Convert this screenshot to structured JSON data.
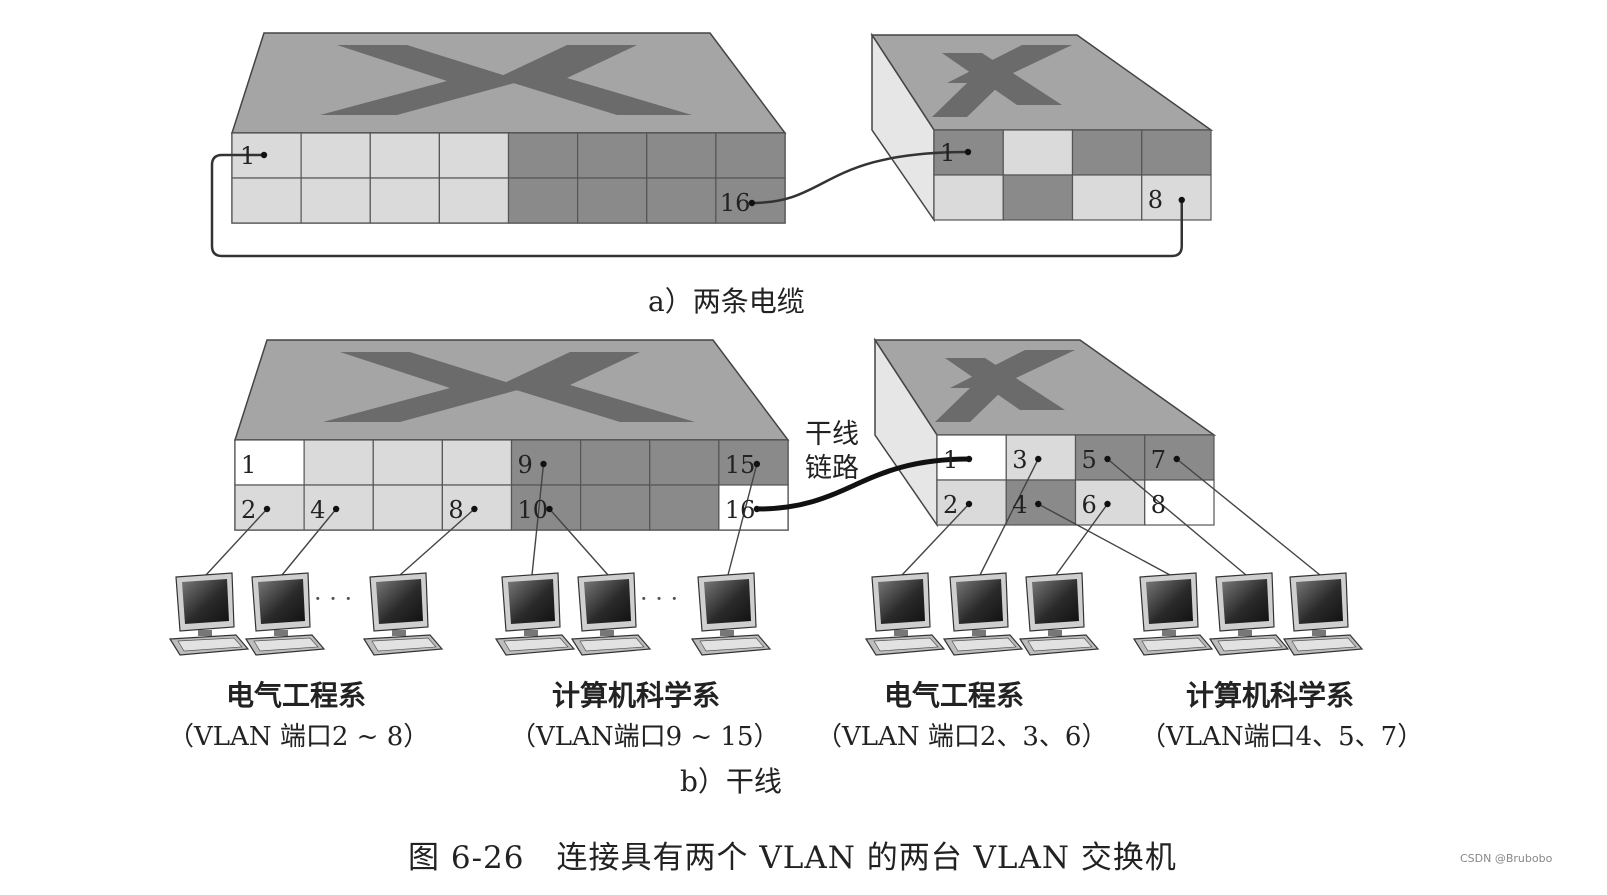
{
  "caption_a": "a）两条电缆",
  "caption_b": "b）干线",
  "trunk_label": [
    "干线",
    "链路"
  ],
  "figure_caption": "图 6-26　连接具有两个 VLAN 的两台 VLAN 交换机",
  "watermark": "CSDN @Brubobo",
  "ellipsis": "· · ·",
  "colors": {
    "ee_port": "#dadada",
    "cs_port": "#8a8a8a",
    "unused_port": "#ffffff",
    "switch_top": "#a5a5a5",
    "switch_side": "#d2d2d2",
    "cable": "#333333"
  },
  "switch_a_left_ports": [
    "1",
    "16"
  ],
  "switch_a_right_ports": [
    "1",
    "8"
  ],
  "switch_b_left_ports": [
    "1",
    "2",
    "4",
    "8",
    "9",
    "10",
    "15",
    "16"
  ],
  "switch_b_right_ports": [
    "1",
    "3",
    "5",
    "7",
    "2",
    "4",
    "6",
    "8"
  ],
  "departments": [
    {
      "name": "电气工程系",
      "vlan": "（VLAN 端口2 ~ 8）"
    },
    {
      "name": "计算机科学系",
      "vlan": "（VLAN端口9 ~ 15）"
    },
    {
      "name": "电气工程系",
      "vlan": "（VLAN 端口2、3、6）"
    },
    {
      "name": "计算机科学系",
      "vlan": "（VLAN端口4、5、7）"
    }
  ]
}
